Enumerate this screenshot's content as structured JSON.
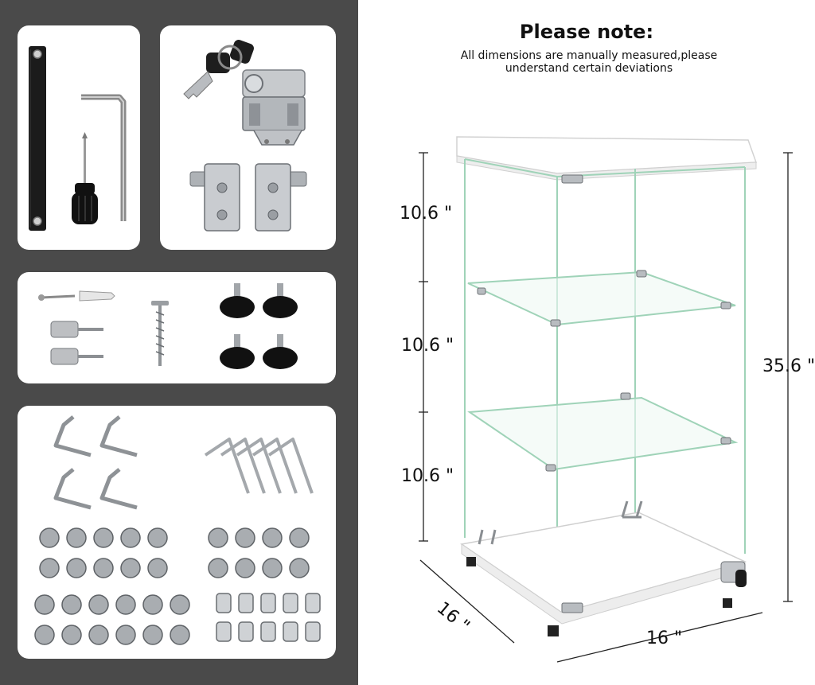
{
  "note": {
    "title": "Please note:",
    "line1": "All dimensions are manually measured,please",
    "line2": "understand certain deviations"
  },
  "dimensions": {
    "shelf_top": "10.6 \"",
    "shelf_middle": "10.6 \"",
    "shelf_bottom": "10.6 \"",
    "total_height": "35.6 \"",
    "depth": "16 \"",
    "width": "16 \""
  },
  "colors": {
    "panel_background": "#4a4a4a",
    "card_background": "#ffffff",
    "glass": "#9fd3b8",
    "metal": "#b8bcc0"
  },
  "parts": [
    {
      "group": "strap-wrench-screwdriver",
      "icons": [
        "leather-strap-icon",
        "allen-key-icon",
        "screwdriver-icon"
      ]
    },
    {
      "group": "lock-and-hinges",
      "icons": [
        "key-icon",
        "lock-icon",
        "hinge-icon"
      ]
    },
    {
      "group": "screws-and-feet",
      "icons": [
        "wall-anchor-icon",
        "standoff-screw-icon",
        "wood-screw-icon",
        "leveling-foot-icon"
      ]
    },
    {
      "group": "brackets-and-bolts",
      "icons": [
        "shelf-bracket-icon",
        "l-key-icon",
        "hex-bolt-icon",
        "glass-clip-icon"
      ]
    }
  ]
}
